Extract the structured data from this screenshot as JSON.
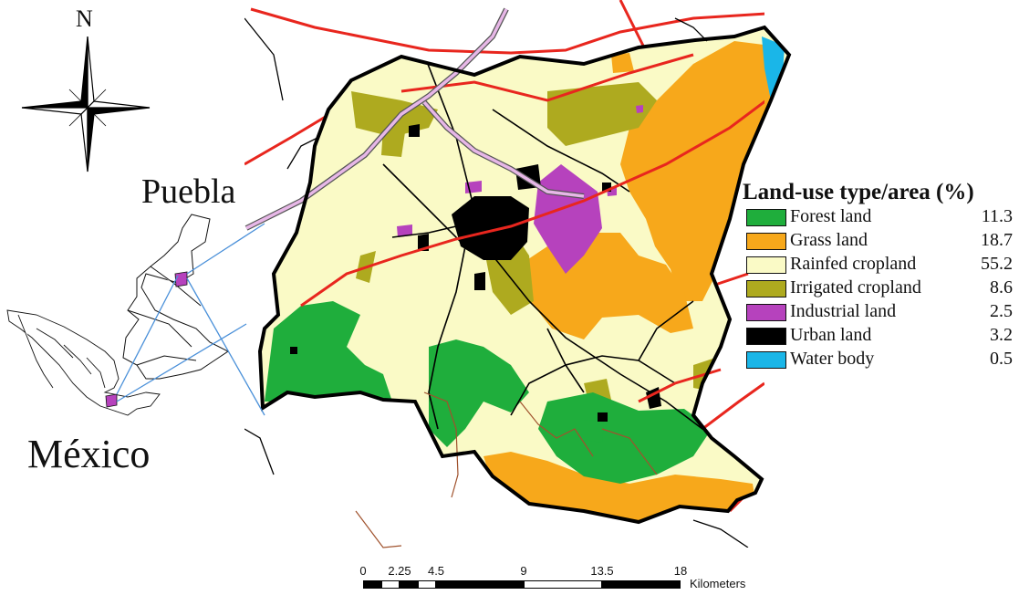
{
  "compass": {
    "north_label": "N",
    "icon": "compass-rose-icon"
  },
  "inset": {
    "state_label": "Puebla",
    "country_label": "México"
  },
  "legend": {
    "title": "Land-use type/area (%)",
    "items": [
      {
        "label": "Forest land",
        "value": "11.3",
        "color": "#1fae3c"
      },
      {
        "label": "Grass land",
        "value": "18.7",
        "color": "#f7a81b"
      },
      {
        "label": "Rainfed cropland",
        "value": "55.2",
        "color": "#fafac6"
      },
      {
        "label": "Irrigated cropland",
        "value": "8.6",
        "color": "#aeaa1f"
      },
      {
        "label": "Industrial land",
        "value": "2.5",
        "color": "#b642bd"
      },
      {
        "label": "Urban land",
        "value": "3.2",
        "color": "#000000"
      },
      {
        "label": "Water body",
        "value": "0.5",
        "color": "#1ab6e8"
      }
    ]
  },
  "scale_bar": {
    "ticks": [
      "0",
      "2.25",
      "4.5",
      "9",
      "13.5",
      "18"
    ],
    "units": "Kilometers"
  },
  "map_colors": {
    "roads": "#e8261e",
    "highway_fill": "#e7b7e7",
    "boundary": "#000000",
    "streams": "#a0522d",
    "inset_link": "#4a90d9"
  }
}
